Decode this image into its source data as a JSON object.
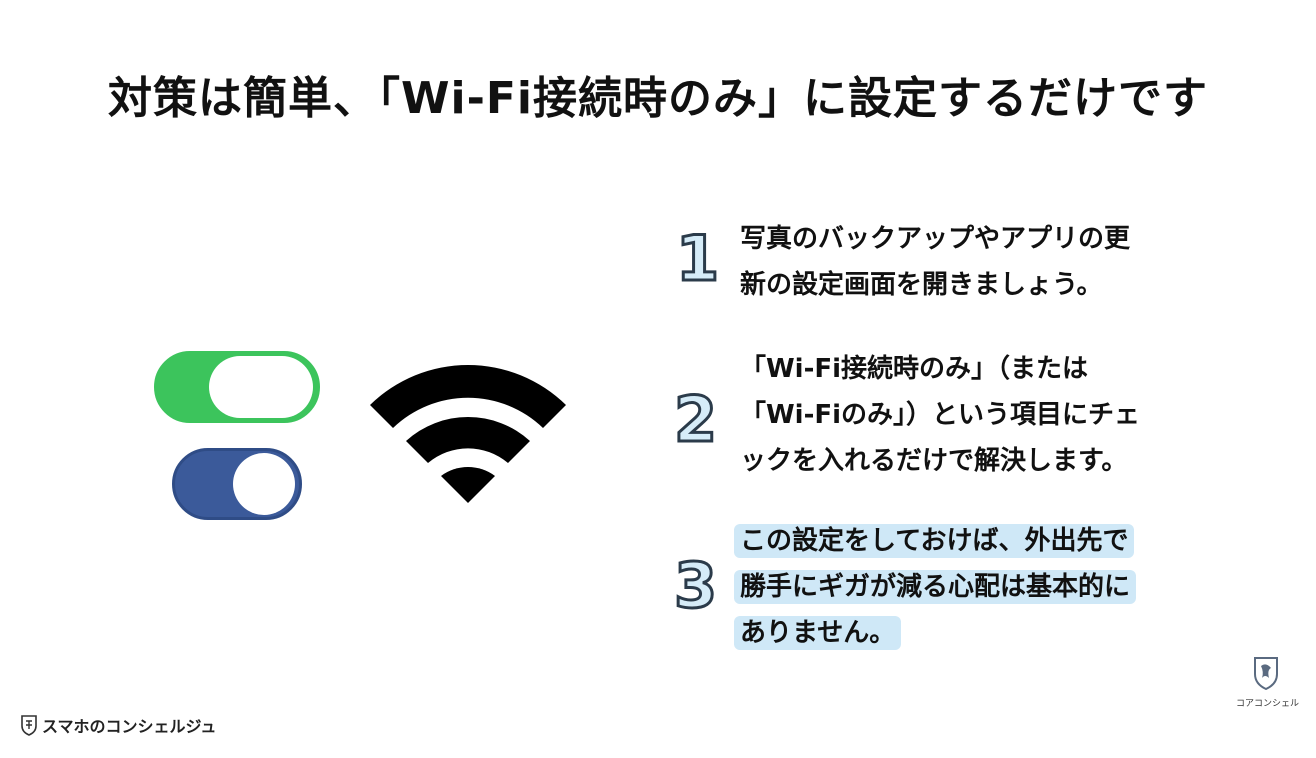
{
  "title": "対策は簡単、「Wi-Fi接続時のみ」に設定するだけです",
  "steps": [
    {
      "number": "1",
      "lines": [
        "写真のバックアップやアプリの更",
        "新の設定画面を開きましょう。"
      ]
    },
    {
      "number": "2",
      "lines": [
        "「Wi-Fi接続時のみ」（または",
        "「Wi-Fiのみ」）という項目にチェ",
        "ックを入れるだけで解決します。"
      ]
    },
    {
      "number": "3",
      "lines": [
        "この設定をしておけば、外出先で",
        "勝手にギガが減る心配は基本的に",
        "ありません。"
      ]
    }
  ],
  "brand": {
    "name": "スマホのコンシェルジュ",
    "icon": "shield-icon"
  },
  "corner_logo": {
    "label": "コアコンシェル",
    "icon": "shield-icon"
  },
  "icons": {
    "toggle_green": "toggle-on-icon",
    "toggle_blue": "toggle-on-icon",
    "wifi": "wifi-icon"
  },
  "colors": {
    "toggle_green": "#3cc45c",
    "toggle_blue": "#3b5a9a",
    "highlight": "#cfe8f7",
    "number_fill": "#d6ecf8"
  }
}
